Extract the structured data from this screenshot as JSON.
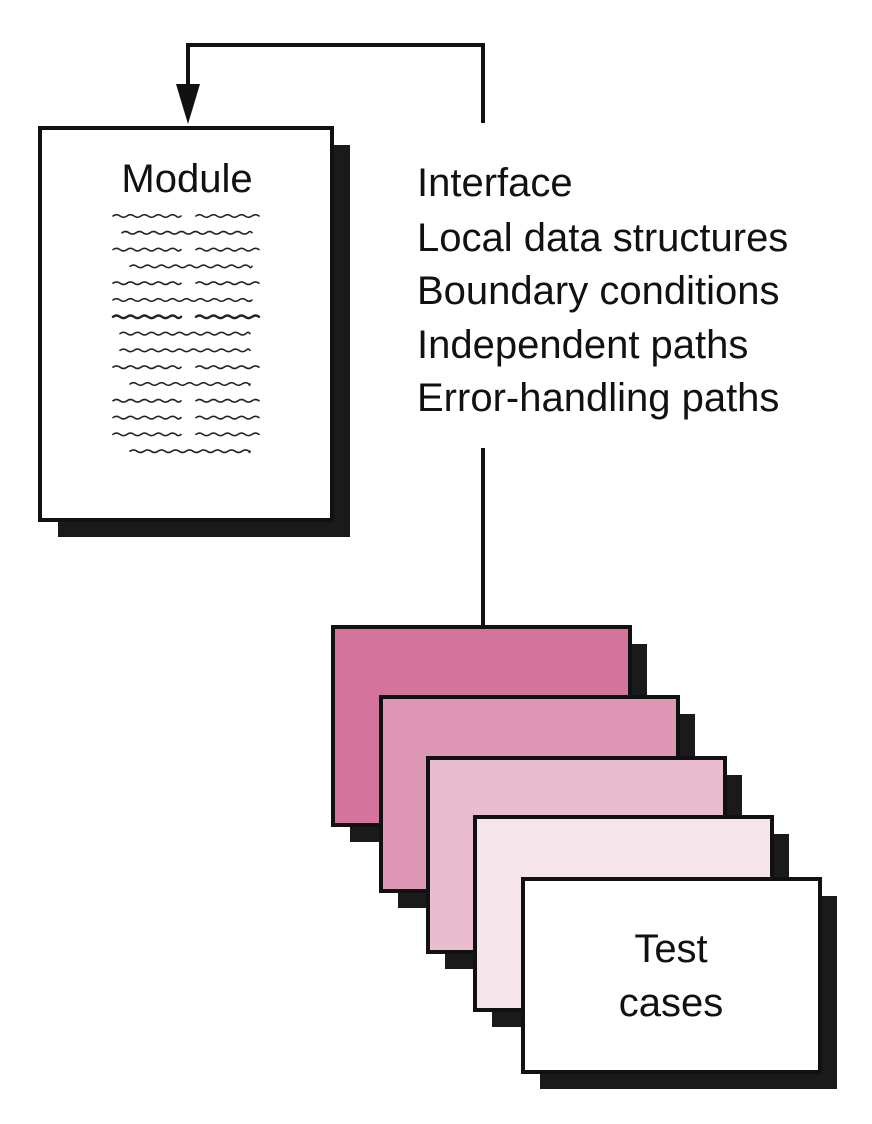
{
  "module": {
    "title": "Module"
  },
  "test_aspects": [
    "Interface",
    "Local data structures",
    "Boundary conditions",
    "Independent paths",
    "Error-handling paths"
  ],
  "test_cases": {
    "label_line1": "Test",
    "label_line2": "cases"
  },
  "colors": {
    "card_1": "#d4739c",
    "card_2": "#de97b5",
    "card_3": "#e9bccf",
    "card_4": "#f6e6ec",
    "card_5": "#ffffff",
    "outline": "#111111",
    "shadow": "#1a1a1a"
  }
}
